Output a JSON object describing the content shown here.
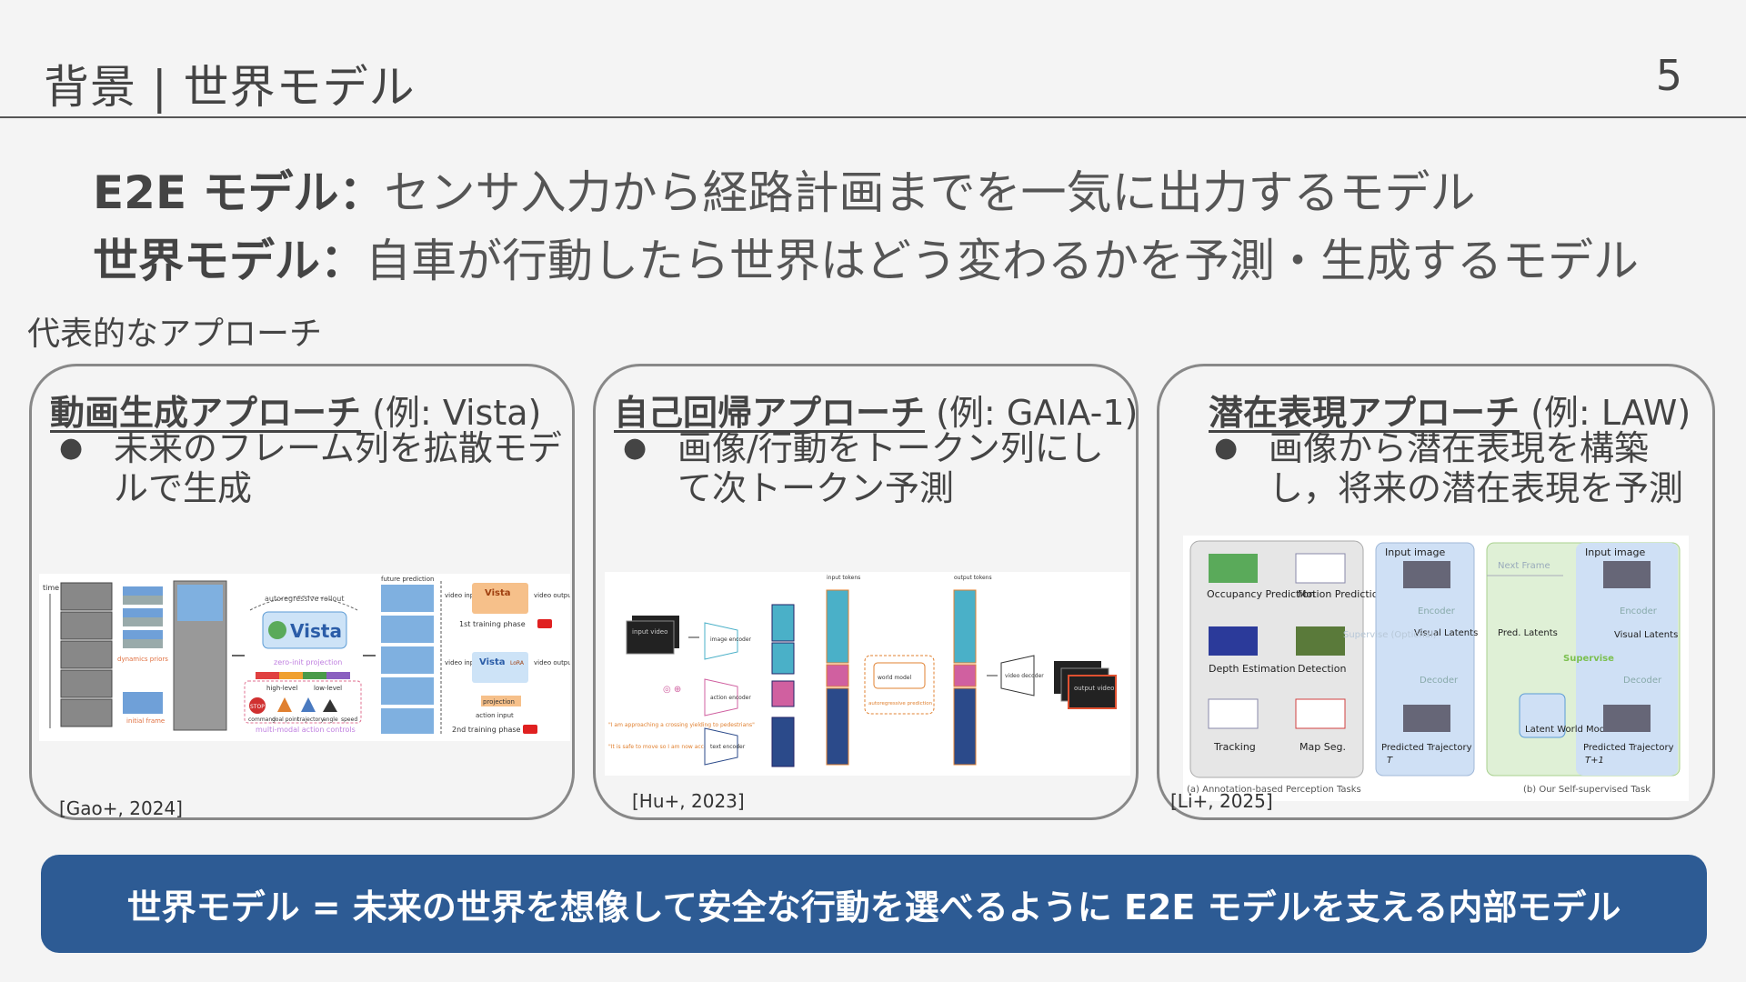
{
  "title": "背景 | 世界モデル",
  "page_number": "5",
  "definitions": [
    {
      "term": "E2E モデル：",
      "desc": "センサ入力から経路計画までを一気に出力するモデル"
    },
    {
      "term": "世界モデル：",
      "desc": "自車が行動したら世界はどう変わるかを予測・生成するモデル"
    }
  ],
  "section_label": "代表的なアプローチ",
  "cards": [
    {
      "name": "動画生成アプローチ",
      "example": "(例: Vista)",
      "bullet": "未来のフレーム列を拡散モデルで生成",
      "citation": "[Gao+, 2024]",
      "figure": {
        "labels": {
          "time": "time",
          "future": "future prediction",
          "autoregressive": "autoregressive rollout",
          "vista": "Vista",
          "zero_init": "zero-init projection",
          "dynamics": "dynamics priors",
          "initial": "initial frame",
          "multimodal": "multi-modal action controls",
          "high": "high-level",
          "low": "low-level",
          "command": "command",
          "goal": "goal point",
          "trajectory": "trajectory",
          "angle": "angle",
          "speed": "speed",
          "stop": "STOP",
          "video_input": "video input",
          "video_output": "video output",
          "phase1": "1st training phase",
          "phase2": "2nd training phase",
          "lora": "LoRA",
          "projection": "projection",
          "action_input": "action input"
        }
      }
    },
    {
      "name": "自己回帰アプローチ",
      "example": "(例: GAIA-1)",
      "bullet": "画像/行動をトークン列にして次トークン予測",
      "citation": "[Hu+, 2023]",
      "figure": {
        "labels": {
          "input_video": "input video",
          "image_encoder": "image encoder",
          "action_encoder": "action encoder",
          "text_encoder": "text encoder",
          "input_tokens": "input tokens",
          "output_tokens": "output tokens",
          "world_model": "world model",
          "ar_prediction": "autoregressive prediction",
          "video_decoder": "video decoder",
          "output_video": "output video",
          "quote1": "\"I am approaching a crossing yielding to pedestrians\"",
          "quote2": "\"It is safe to move so I am now accelerating\""
        }
      }
    },
    {
      "name": "潜在表現アプローチ",
      "example": "(例: LAW)",
      "bullet": "画像から潜在表現を構築し，将来の潜在表現を予測",
      "citation": "[Li+, 2025]",
      "figure": {
        "labels": {
          "occupancy": "Occupancy Prediction",
          "motion": "Motion Prediction",
          "depth": "Depth Estimation",
          "detection": "Detection",
          "tracking": "Tracking",
          "mapseg": "Map Seg.",
          "input_image": "Input image",
          "encoder": "Encoder",
          "visual_latents": "Visual Latents",
          "decoder": "Decoder",
          "supervise_opt": "Supervise (Optional)",
          "predicted_traj": "Predicted Trajectory",
          "t": "T",
          "t1": "T+1",
          "next_frame": "Next Frame",
          "pred_latents": "Pred. Latents",
          "supervise": "Supervise",
          "latent_wm": "Latent World Model",
          "caption_a": "(a) Annotation-based Perception Tasks",
          "caption_b": "(b) Our Self-supervised Task"
        }
      }
    }
  ],
  "banner": "世界モデル = 未来の世界を想像して安全な行動を選べるように E2E モデルを支える内部モデル"
}
